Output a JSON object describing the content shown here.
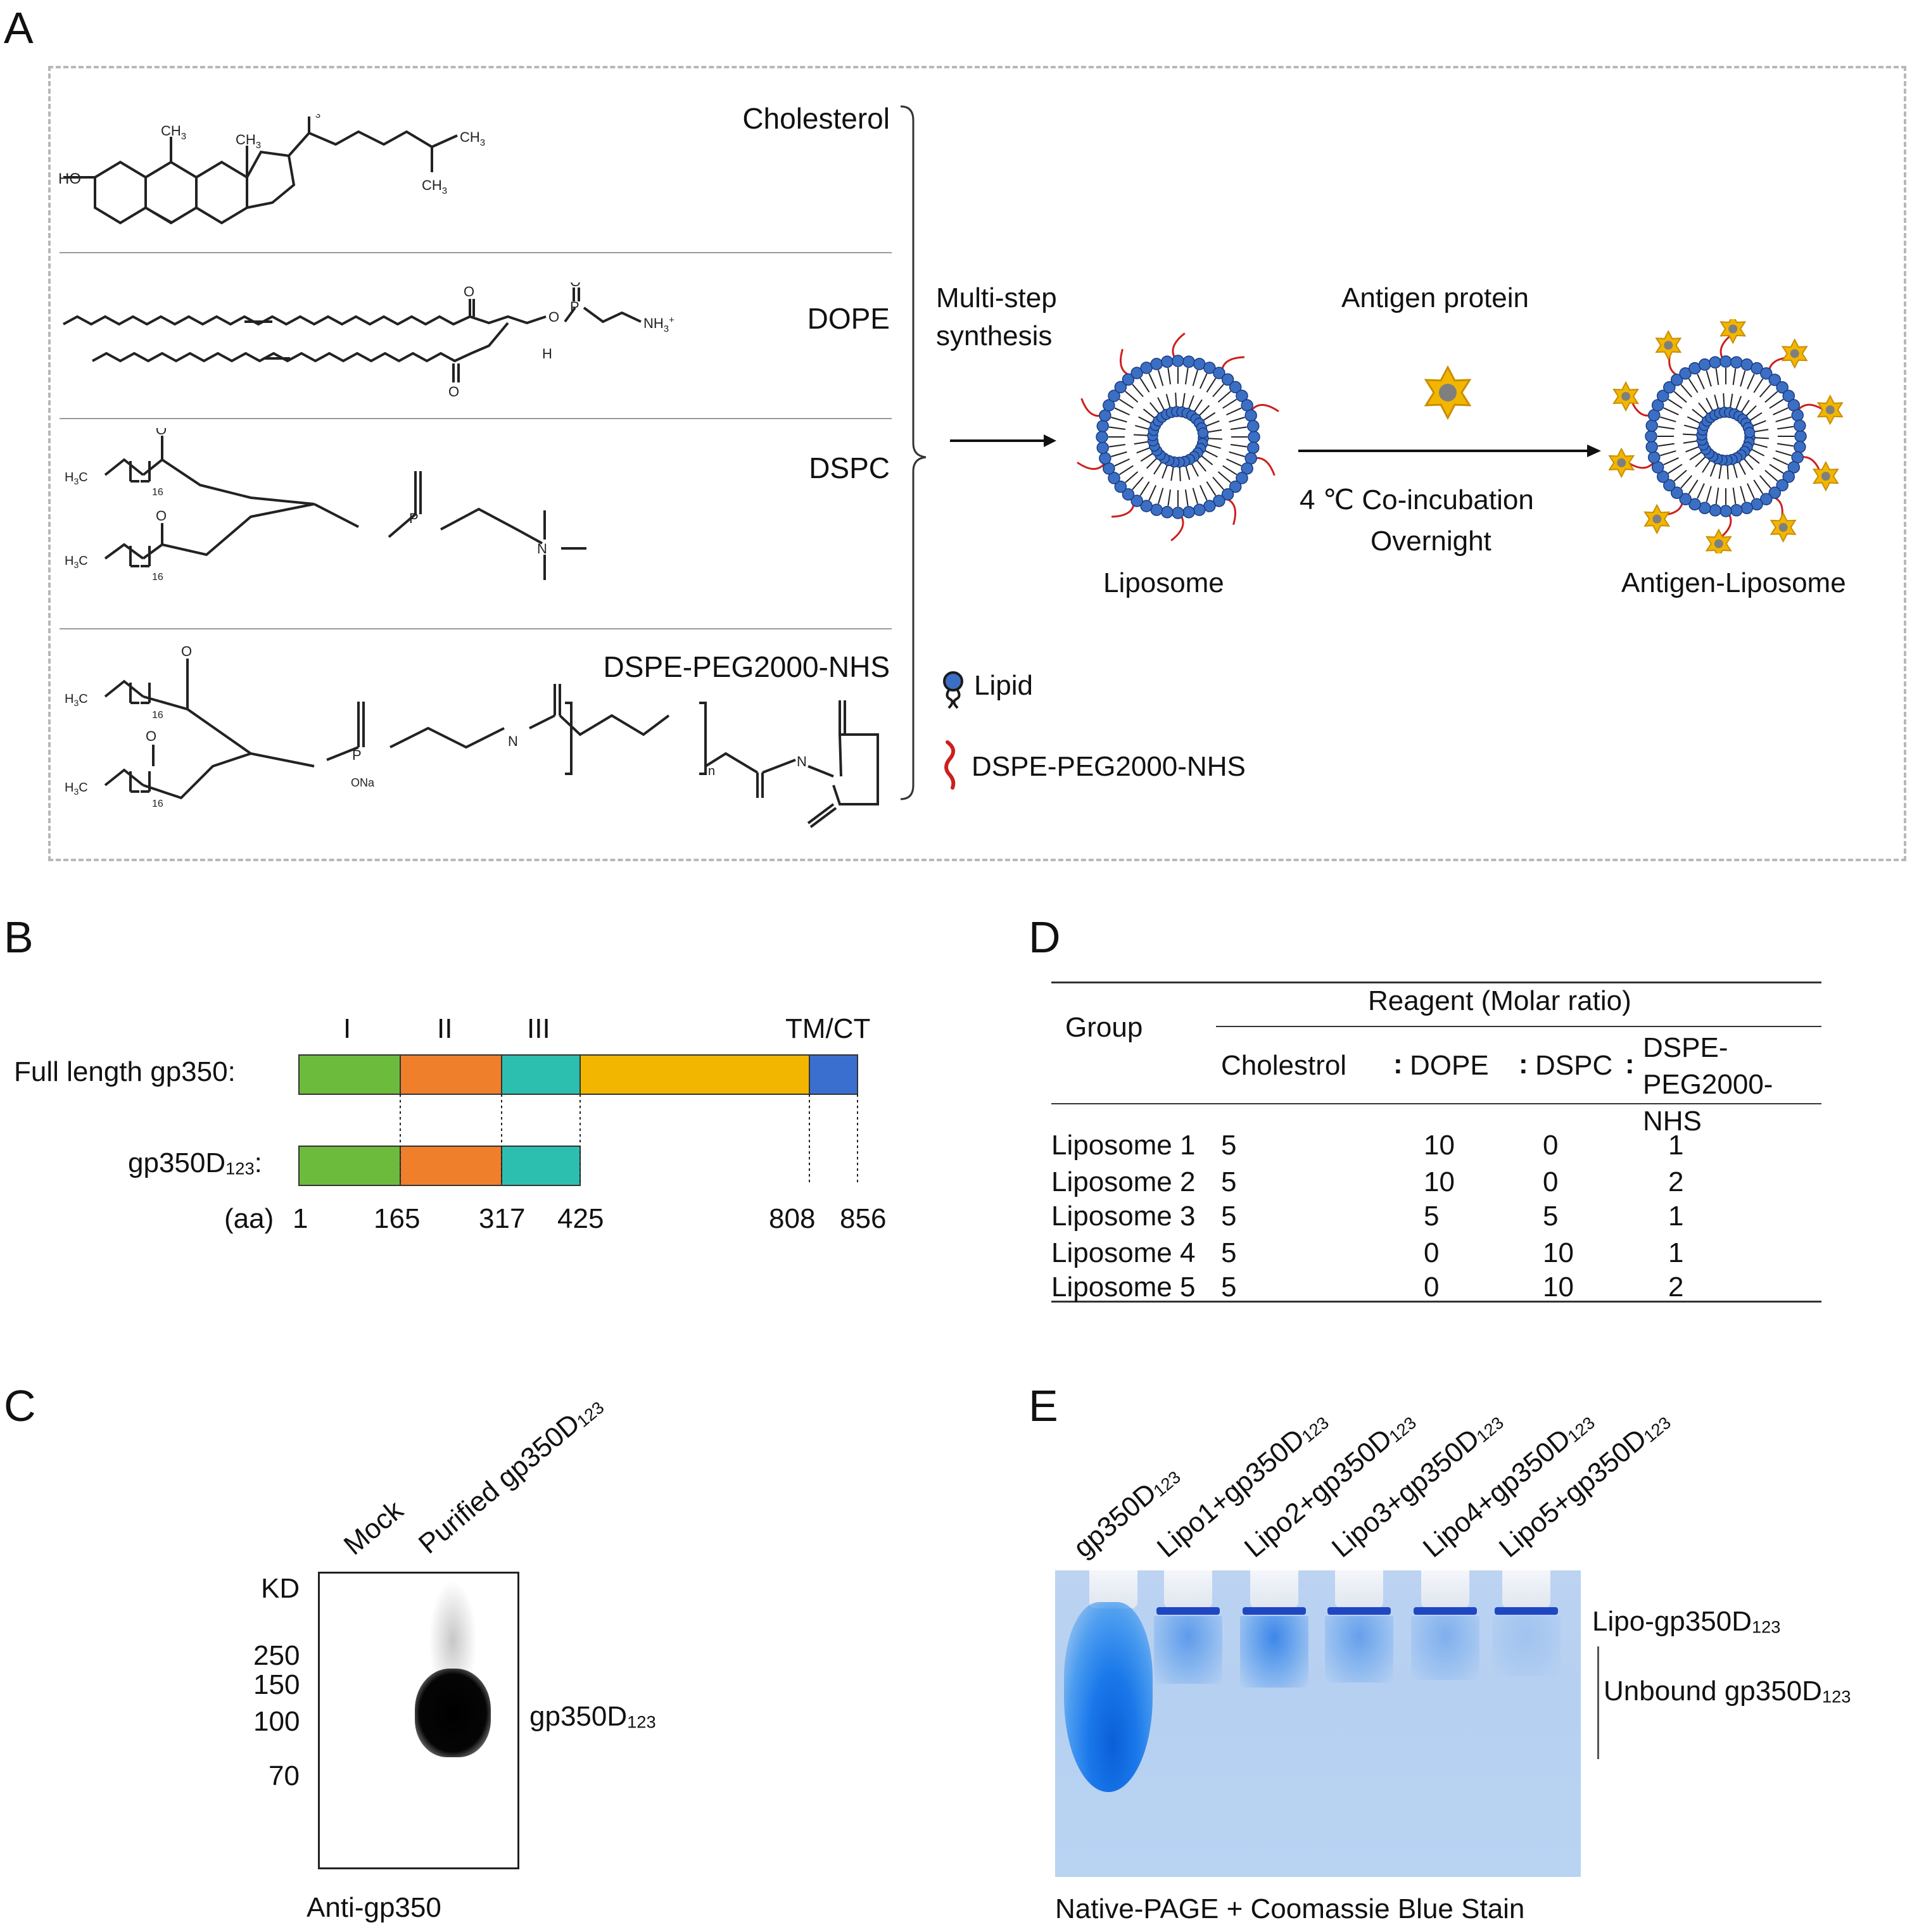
{
  "panels": {
    "a": "A",
    "b": "B",
    "c": "C",
    "d": "D",
    "e": "E"
  },
  "panel_a": {
    "structures": [
      {
        "name": "Cholesterol"
      },
      {
        "name": "DOPE"
      },
      {
        "name": "DSPC"
      },
      {
        "name": "DSPE-PEG2000-NHS"
      }
    ],
    "chem_atoms": {
      "ho": "HO",
      "ch3": "CH",
      "ch3_sub": "3",
      "o": "O",
      "p": "P",
      "h": "H",
      "nh3": "NH",
      "nh3_sub": "3",
      "nh3_sup": "+",
      "n": "N",
      "na": "ONa",
      "h3c": "H",
      "h3c_sub": "3",
      "h3c_c": "C",
      "sub16": "16",
      "n_rep": "n",
      "nitrogen": "N"
    },
    "step1_label_line1": "Multi-step",
    "step1_label_line2": "synthesis",
    "liposome_label": "Liposome",
    "antigen_label": "Antigen protein",
    "step2_label_line1": "4 ℃ Co-incubation",
    "step2_label_line2": "Overnight",
    "antigen_liposome_label": "Antigen-Liposome",
    "legend": [
      {
        "icon": "lipid-icon",
        "label": "Lipid"
      },
      {
        "icon": "peg-linker-icon",
        "label": "DSPE-PEG2000-NHS"
      }
    ],
    "colors": {
      "lipid_head": "#3b6fc4",
      "peg": "#cc1f1f",
      "antigen": "#f2b600",
      "antigen_core": "#7f7f7f"
    }
  },
  "panel_b": {
    "domains": [
      "I",
      "II",
      "III",
      "TM/CT"
    ],
    "rows": [
      {
        "label": "Full length gp350:",
        "segments": [
          {
            "start": 1,
            "end": 165,
            "color": "#6dbb3d"
          },
          {
            "start": 165,
            "end": 317,
            "color": "#f07f2c"
          },
          {
            "start": 317,
            "end": 425,
            "color": "#2cbfb0"
          },
          {
            "start": 425,
            "end": 808,
            "color": "#f2b600"
          },
          {
            "start": 808,
            "end": 856,
            "color": "#3a6fd0"
          }
        ]
      },
      {
        "label_main": "gp350D",
        "label_sub": "123",
        "label_end": ":",
        "segments": [
          {
            "start": 1,
            "end": 165,
            "color": "#6dbb3d"
          },
          {
            "start": 165,
            "end": 317,
            "color": "#f07f2c"
          },
          {
            "start": 317,
            "end": 425,
            "color": "#2cbfb0"
          }
        ]
      }
    ],
    "aa_label": "(aa)",
    "ticks": [
      "1",
      "165",
      "317",
      "425",
      "808",
      "856"
    ]
  },
  "panel_c": {
    "lanes": [
      {
        "label": "Mock"
      },
      {
        "label_main": "Purified gp350D",
        "label_sub": "123"
      }
    ],
    "kd_label": "KD",
    "markers": [
      "250",
      "150",
      "100",
      "70"
    ],
    "band_label_main": "gp350D",
    "band_label_sub": "123",
    "antibody": "Anti-gp350"
  },
  "panel_d": {
    "group_header": "Group",
    "reagent_header": "Reagent (Molar ratio)",
    "columns": [
      "Cholestrol",
      "DOPE",
      "DSPC",
      "DSPE-\nPEG2000-NHS"
    ],
    "separator": ":",
    "rows": [
      {
        "group": "Liposome 1",
        "values": [
          "5",
          "10",
          "0",
          "1"
        ]
      },
      {
        "group": "Liposome 2",
        "values": [
          "5",
          "10",
          "0",
          "2"
        ]
      },
      {
        "group": "Liposome 3",
        "values": [
          "5",
          "5",
          "5",
          "1"
        ]
      },
      {
        "group": "Liposome 4",
        "values": [
          "5",
          "0",
          "10",
          "1"
        ]
      },
      {
        "group": "Liposome 5",
        "values": [
          "5",
          "0",
          "10",
          "2"
        ]
      }
    ]
  },
  "panel_e": {
    "lanes": [
      {
        "main": "gp350D",
        "sub": "123"
      },
      {
        "main": "Lipo1+gp350D",
        "sub": "123"
      },
      {
        "main": "Lipo2+gp350D",
        "sub": "123"
      },
      {
        "main": "Lipo3+gp350D",
        "sub": "123"
      },
      {
        "main": "Lipo4+gp350D",
        "sub": "123"
      },
      {
        "main": "Lipo5+gp350D",
        "sub": "123"
      }
    ],
    "bound_label_main": "Lipo-gp350D",
    "bound_label_sub": "123",
    "unbound_label_main": "Unbound gp350D",
    "unbound_label_sub": "123",
    "caption": "Native-PAGE + Coomassie Blue Stain"
  }
}
